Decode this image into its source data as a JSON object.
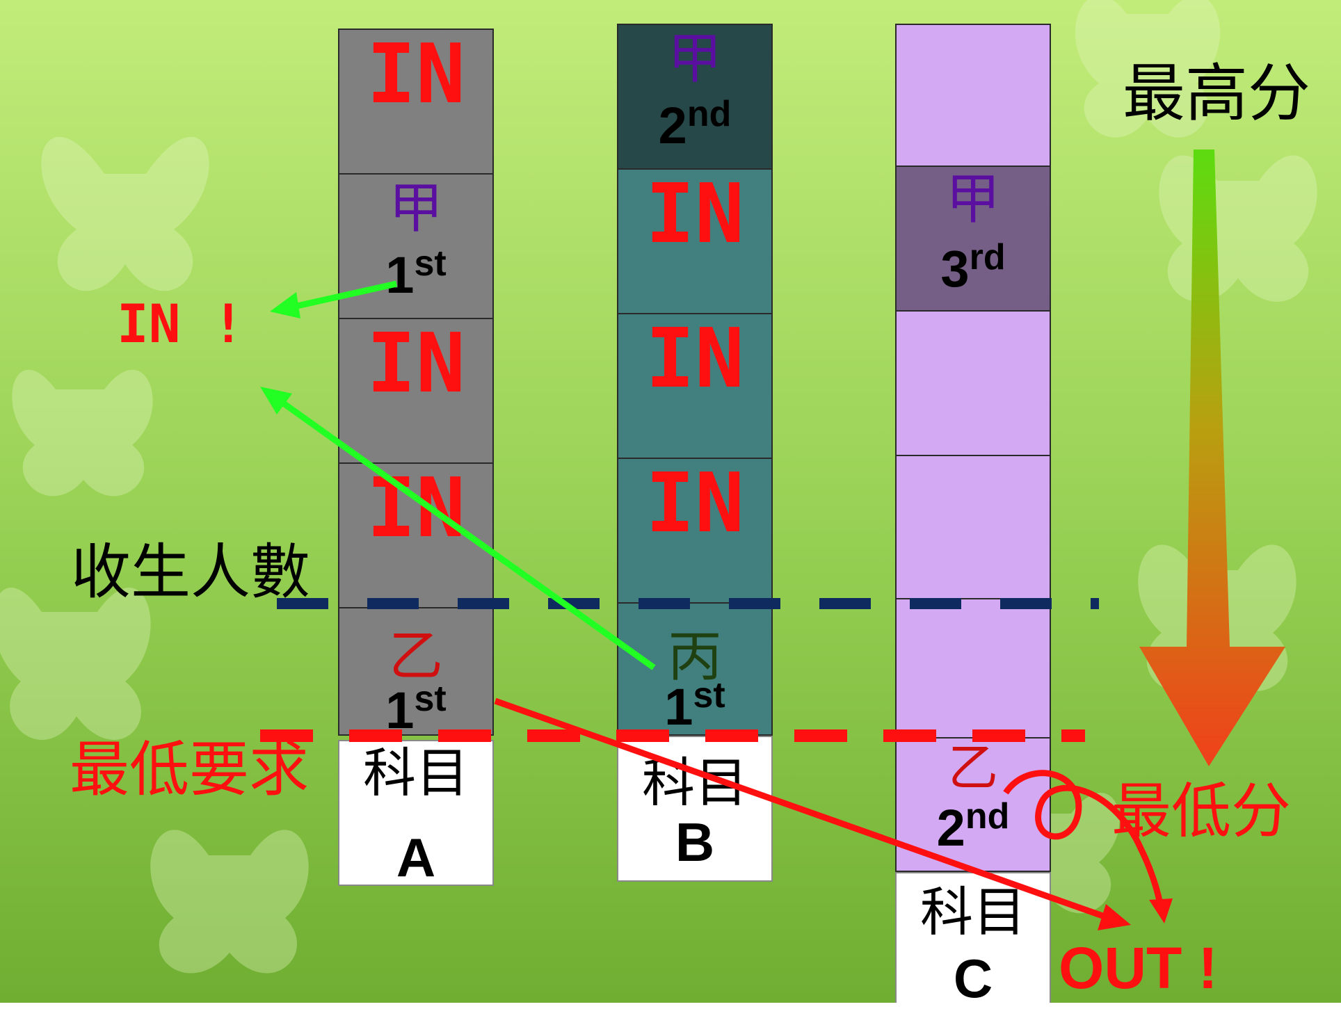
{
  "colors": {
    "col_a": "#808080",
    "col_b": "#427f7f",
    "col_b_top": "#274848",
    "col_c": "#d3a9f3",
    "col_c_dark": "#765f86",
    "in_red": "#ff1010",
    "arrow_green": "#22ff22",
    "arrow_red": "#ff1010",
    "navy_dash": "#0e2a5e"
  },
  "labels": {
    "top_right": "最高分",
    "bottom_right": "最低分",
    "left_quota": "收生人數",
    "left_min": "最低要求",
    "in_left": "IN !",
    "out": "OUT !"
  },
  "columns": {
    "a": {
      "subject": "科目",
      "letter": "A",
      "cells": [
        {
          "in": "IN"
        },
        {
          "char": "甲",
          "rank": "1",
          "suffix": "st"
        },
        {
          "in": "IN"
        },
        {
          "in": "IN"
        },
        {
          "char": "乙",
          "rank": "1",
          "suffix": "st"
        }
      ]
    },
    "b": {
      "subject": "科目",
      "letter": "B",
      "cells": [
        {
          "char": "甲",
          "rank": "2",
          "suffix": "nd"
        },
        {
          "in": "IN"
        },
        {
          "in": "IN"
        },
        {
          "in": "IN"
        },
        {
          "char": "丙",
          "rank": "1",
          "suffix": "st"
        }
      ]
    },
    "c": {
      "subject": "科目",
      "letter": "C",
      "cells": [
        {},
        {
          "char": "甲",
          "rank": "3",
          "suffix": "rd"
        },
        {},
        {},
        {},
        {
          "char": "乙",
          "rank": "2",
          "suffix": "nd"
        }
      ]
    }
  }
}
